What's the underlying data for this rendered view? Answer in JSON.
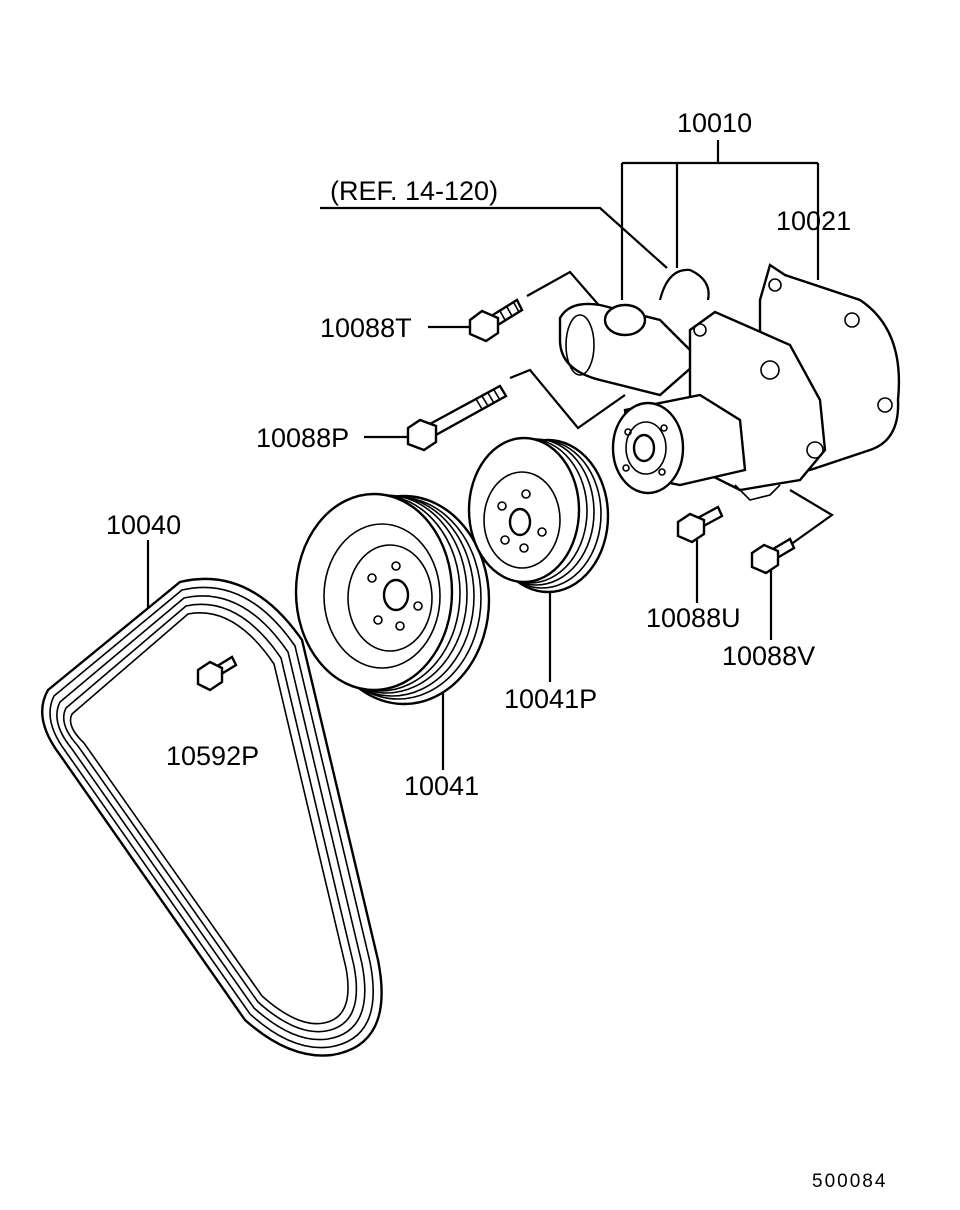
{
  "diagram": {
    "labels": {
      "p10010": "10010",
      "p10021": "10021",
      "ref": "(REF. 14-120)",
      "p10088T": "10088T",
      "p10088P": "10088P",
      "p10040": "10040",
      "p10041": "10041",
      "p10041P": "10041P",
      "p10088U": "10088U",
      "p10088V": "10088V",
      "p10592P": "10592P"
    },
    "figure_code": "500084"
  }
}
